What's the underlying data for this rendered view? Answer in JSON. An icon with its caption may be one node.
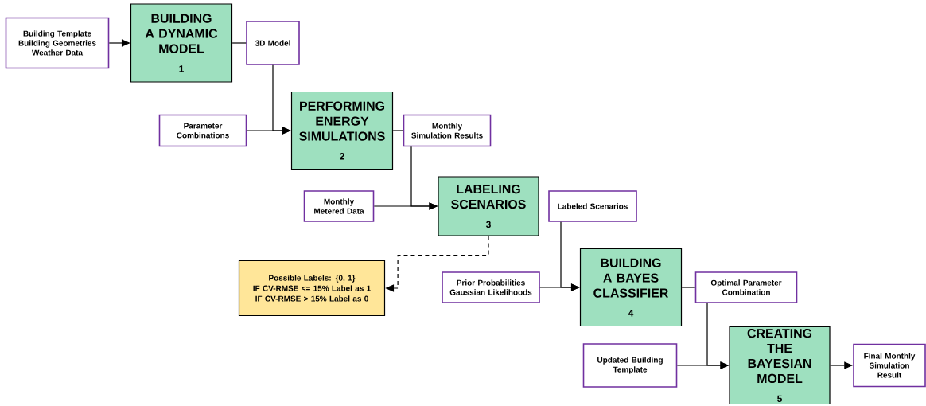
{
  "diagram": {
    "nodes": [
      {
        "text": [
          "Building Template",
          "Building Geometries",
          "Weather Data"
        ]
      },
      {
        "text": [
          "BUILDING A DYNAMIC MODEL",
          "1"
        ]
      },
      {
        "text": [
          "3D Model"
        ]
      },
      {
        "text": [
          "Parameter Combinations"
        ]
      },
      {
        "text": [
          "PERFORMING ENERGY SIMULATIONS",
          "2"
        ]
      },
      {
        "text": [
          "Monthly Simulation Results"
        ]
      },
      {
        "text": [
          "Monthly Metered Data"
        ]
      },
      {
        "text": [
          "LABELING SCENARIOS",
          "3"
        ]
      },
      {
        "text": [
          "Labeled Scenarios"
        ]
      },
      {
        "text": [
          "Possible Labels: {0, 1}",
          "IF CV-RMSE <= 15% Label as 1",
          "IF CV-RMSE > 15% Label as 0"
        ]
      },
      {
        "text": [
          "Prior Probabilities",
          "Gaussian Likelihoods"
        ]
      },
      {
        "text": [
          "BUILDING A BAYES CLASSIFIER",
          "4"
        ]
      },
      {
        "text": [
          "Optimal Parameter Combination"
        ]
      },
      {
        "text": [
          "Updated Building Template"
        ]
      },
      {
        "text": [
          "CREATING THE BAYESIAN MODEL",
          "5"
        ]
      },
      {
        "text": [
          "Final Monthly Simulation Result"
        ]
      }
    ],
    "edges": [
      {
        "from": 0,
        "to": 1,
        "arrow": "to"
      },
      {
        "from": 1,
        "to": 2,
        "arrow": "none"
      },
      {
        "from": 2,
        "to": 4,
        "arrow": "to"
      },
      {
        "from": 3,
        "to": 4,
        "arrow": "to"
      },
      {
        "from": 4,
        "to": 5,
        "arrow": "none"
      },
      {
        "from": 5,
        "to": 7,
        "arrow": "to"
      },
      {
        "from": 6,
        "to": 7,
        "arrow": "to"
      },
      {
        "from": 7,
        "to": 9,
        "arrow": "to",
        "style": "dashed"
      },
      {
        "from": 8,
        "to": 11,
        "arrow": "to"
      },
      {
        "from": 10,
        "to": 11,
        "arrow": "to"
      },
      {
        "from": 11,
        "to": 12,
        "arrow": "none"
      },
      {
        "from": 12,
        "to": 14,
        "arrow": "to"
      },
      {
        "from": 13,
        "to": 14,
        "arrow": "to"
      },
      {
        "from": 14,
        "to": 15,
        "arrow": "to"
      }
    ]
  }
}
